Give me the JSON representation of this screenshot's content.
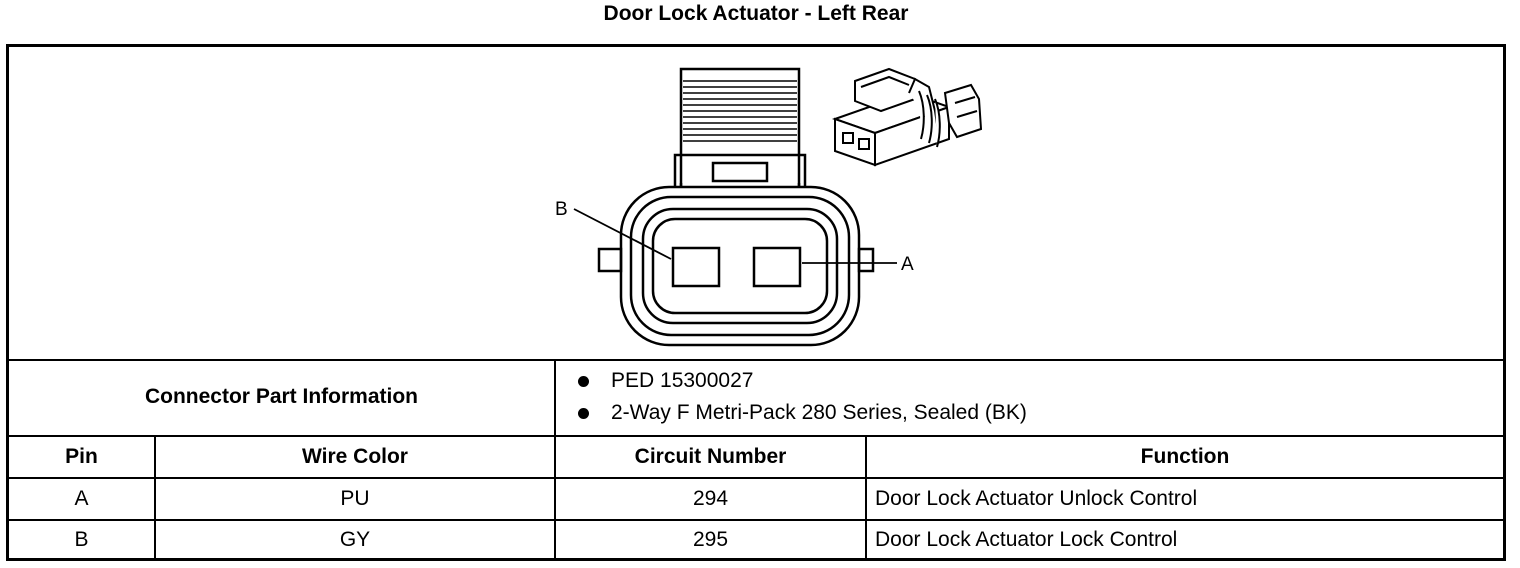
{
  "title": "Door Lock Actuator - Left Rear",
  "diagram": {
    "pin_label_b": "B",
    "pin_label_a": "A"
  },
  "connector_info": {
    "label": "Connector Part Information",
    "items": [
      "PED 15300027",
      "2-Way F Metri-Pack 280 Series, Sealed (BK)"
    ]
  },
  "table": {
    "headers": [
      "Pin",
      "Wire Color",
      "Circuit Number",
      "Function"
    ],
    "rows": [
      [
        "A",
        "PU",
        "294",
        "Door Lock Actuator Unlock Control"
      ],
      [
        "B",
        "GY",
        "295",
        "Door Lock Actuator Lock Control"
      ]
    ]
  }
}
